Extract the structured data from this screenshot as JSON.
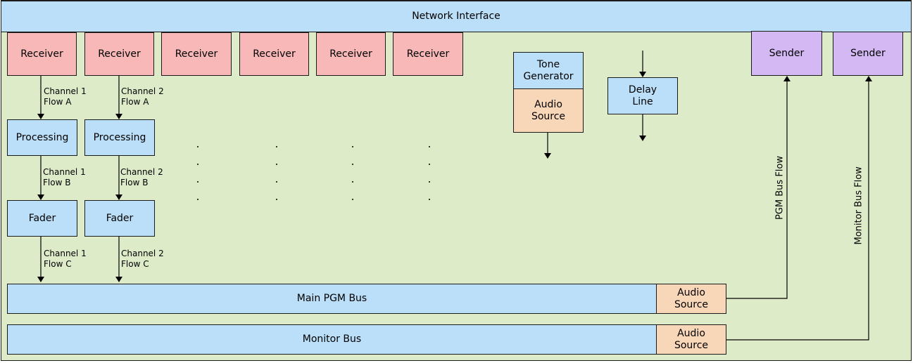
{
  "network_interface": "Network Interface",
  "receivers": [
    "Receiver",
    "Receiver",
    "Receiver",
    "Receiver",
    "Receiver",
    "Receiver"
  ],
  "processing": [
    "Processing",
    "Processing"
  ],
  "faders": [
    "Fader",
    "Fader"
  ],
  "flows": {
    "ch1_a": "Channel 1\nFlow A",
    "ch2_a": "Channel 2\nFlow A",
    "ch1_b": "Channel 1\nFlow B",
    "ch2_b": "Channel 2\nFlow B",
    "ch1_c": "Channel 1\nFlow C",
    "ch2_c": "Channel 2\nFlow C"
  },
  "tone_generator": "Tone\nGenerator",
  "audio_source": "Audio\nSource",
  "delay_line": "Delay\nLine",
  "senders": [
    "Sender",
    "Sender"
  ],
  "pgm_bus_flow": "PGM Bus Flow",
  "monitor_bus_flow": "Monitor Bus Flow",
  "main_pgm_bus": "Main PGM Bus",
  "monitor_bus": "Monitor Bus",
  "colors": {
    "background": "#deebc9",
    "receiver": "#f8b8b8",
    "block_blue": "#bbdff8",
    "audio_source": "#f8d6b8",
    "sender": "#d4b8f4"
  }
}
